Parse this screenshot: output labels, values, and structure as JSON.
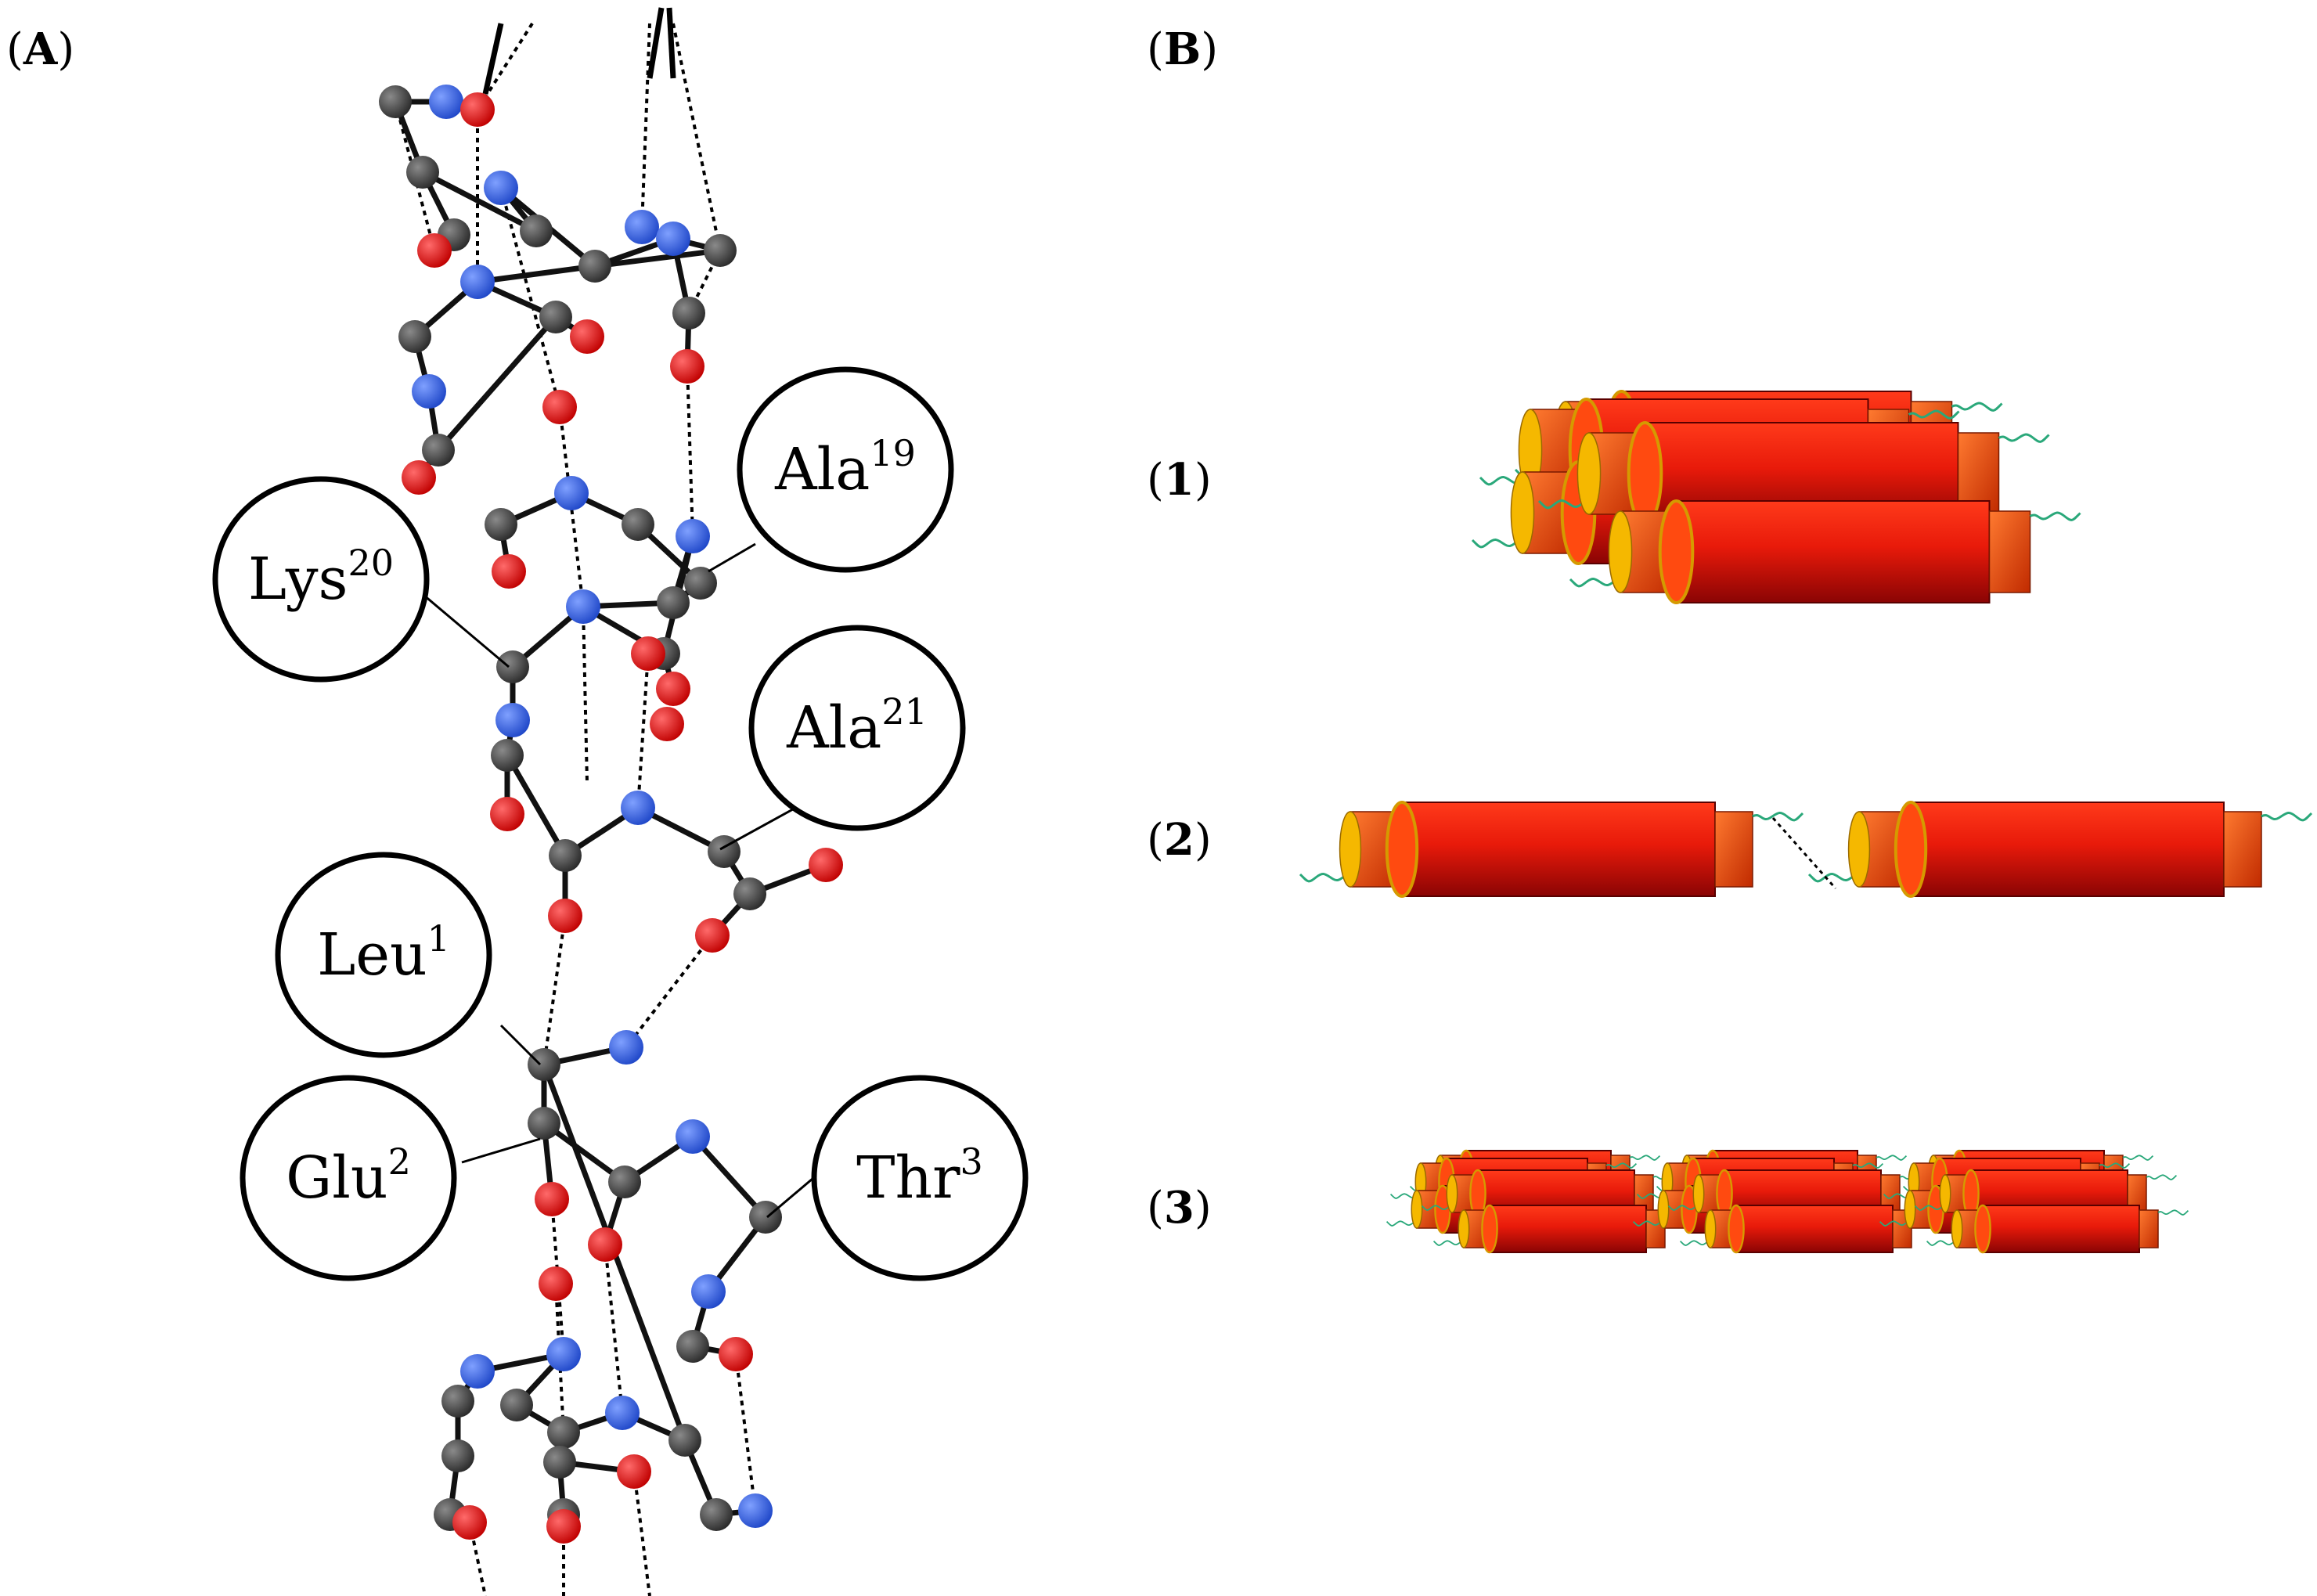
{
  "panel_a": {
    "label_open": "(",
    "label_letter": "A",
    "label_close": ")",
    "residues": [
      {
        "id": "lys20",
        "name": "Lys",
        "number": "20"
      },
      {
        "id": "ala19",
        "name": "Ala",
        "number": "19"
      },
      {
        "id": "ala21",
        "name": "Ala",
        "number": "21"
      },
      {
        "id": "leu1",
        "name": "Leu",
        "number": "1"
      },
      {
        "id": "glu2",
        "name": "Glu",
        "number": "2"
      },
      {
        "id": "thr3",
        "name": "Thr",
        "number": "3"
      }
    ]
  },
  "panel_b": {
    "label_open": "(",
    "label_letter": "B",
    "label_close": ")",
    "rows": [
      {
        "open": "(",
        "num": "1",
        "close": ")"
      },
      {
        "open": "(",
        "num": "2",
        "close": ")"
      },
      {
        "open": "(",
        "num": "3",
        "close": ")"
      }
    ]
  },
  "colors": {
    "carbon": "#3c3c3c",
    "nitrogen": "#2f5fe0",
    "oxygen": "#e01010",
    "helix": "#e81a0a",
    "helix_cap": "#f5b800",
    "tail": "#2aa87a"
  }
}
